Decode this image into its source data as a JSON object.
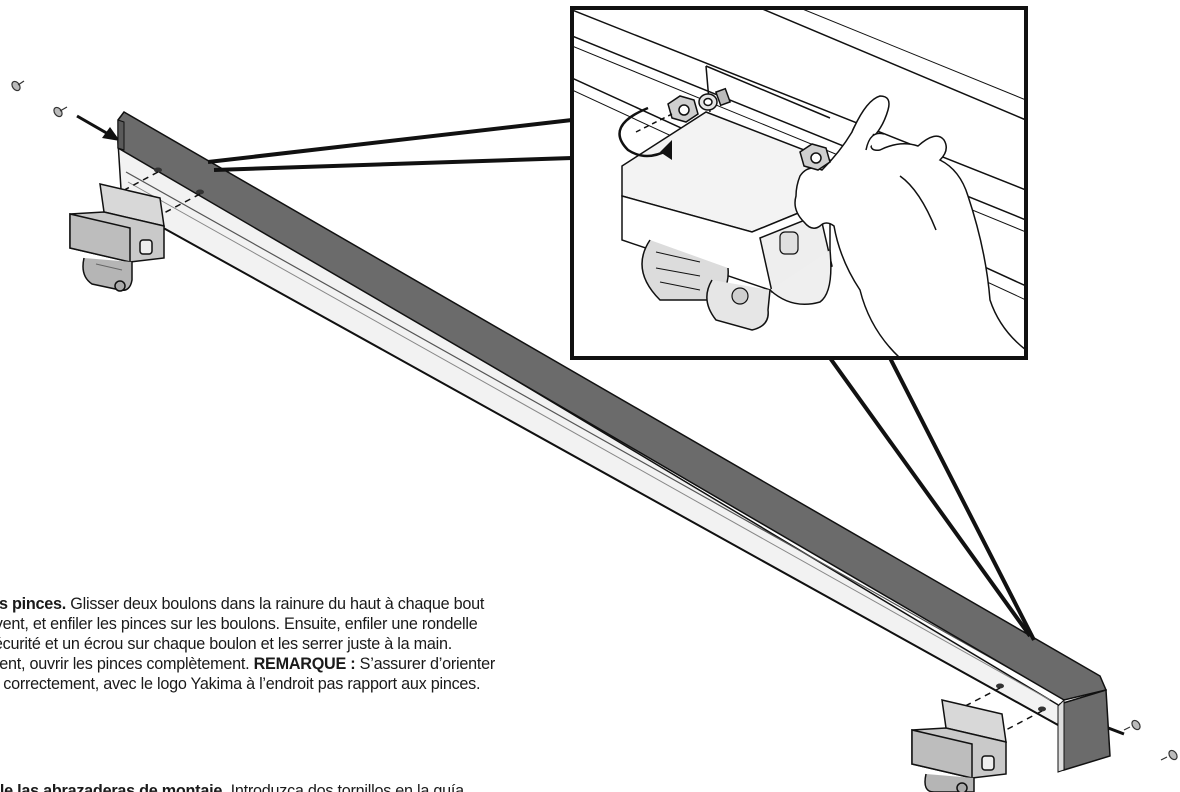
{
  "instructions_fr": {
    "step_heading": "les pinces.",
    "lines": [
      " Glisser deux boulons dans la rainure du haut à chaque bout",
      "uvent, et enfiler les pinces sur les boulons. Ensuite, enfiler une rondelle",
      " sécurité et un écrou sur chaque boulon et les serrer juste à la main.",
      "ment, ouvrir les pinces complètement. ",
      " S’assurer d’orienter",
      "nt correctement, avec le logo Yakima à l’endroit pas rapport aux pinces."
    ],
    "note_label": "REMARQUE :"
  },
  "instructions_es": {
    "step_heading": "tale las abrazaderas de montaje.",
    "text": " Introduzca dos tornillos en la guía"
  },
  "colors": {
    "bar_foam": "#6b6b6b",
    "bar_channel": "#f2f2f2",
    "outline": "#111111",
    "clamp_fill": "#c9c9c9"
  }
}
